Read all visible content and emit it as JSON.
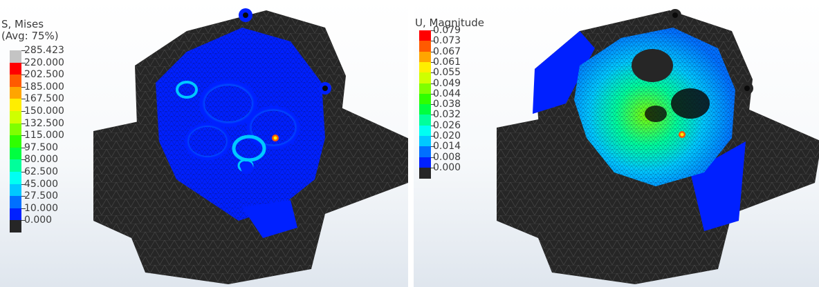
{
  "panels": [
    {
      "name": "stress-panel",
      "legend": {
        "title_line1": "S, Mises",
        "title_line2": "(Avg: 75%)",
        "values": [
          "285.423",
          "220.000",
          "202.500",
          "185.000",
          "167.500",
          "150.000",
          "132.500",
          "115.000",
          "97.500",
          "80.000",
          "62.500",
          "45.000",
          "27.500",
          "10.000",
          "0.000"
        ],
        "colors": [
          "#c4c4c4",
          "#ff0000",
          "#ff5a00",
          "#ffa500",
          "#ffee00",
          "#cfff00",
          "#7fff00",
          "#2fff00",
          "#00ff40",
          "#00ff9b",
          "#00fff2",
          "#00c8ff",
          "#0070ff",
          "#0020ff",
          "#262626"
        ]
      },
      "model_colors": {
        "body": "#262626",
        "low": "#0020ff",
        "mid": "#00c8ff",
        "high": "#7fff00",
        "peak": "#ff5a00"
      }
    },
    {
      "name": "displacement-panel",
      "legend": {
        "title_line1": "U, Magnitude",
        "values": [
          "0.079",
          "0.073",
          "0.067",
          "0.061",
          "0.055",
          "0.049",
          "0.044",
          "0.038",
          "0.032",
          "0.026",
          "0.020",
          "0.014",
          "0.008",
          "0.000"
        ],
        "colors": [
          "#ff0000",
          "#ff5a00",
          "#ffa500",
          "#ffee00",
          "#cfff00",
          "#7fff00",
          "#2fff00",
          "#00ff40",
          "#00ff9b",
          "#00fff2",
          "#00c8ff",
          "#0070ff",
          "#0020ff",
          "#262626"
        ]
      },
      "model_colors": {
        "body": "#262626",
        "low": "#0020ff",
        "mid": "#00c8ff",
        "high": "#7fff00",
        "peak": "#ff5a00"
      }
    }
  ]
}
